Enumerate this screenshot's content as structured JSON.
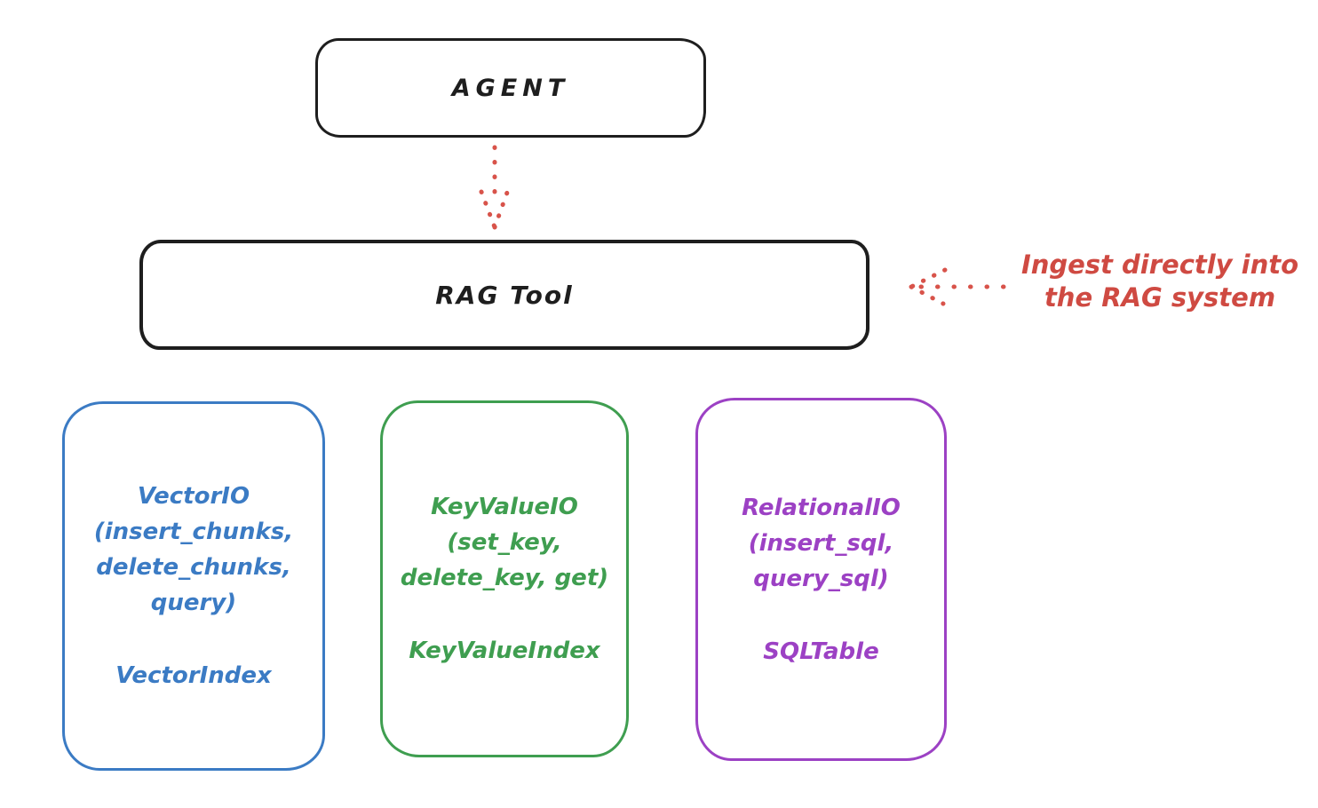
{
  "colors": {
    "ink": "#1e1e1e",
    "red": "#d8534a",
    "blue": "#3b7bc4",
    "green": "#3f9e50",
    "purple": "#9c41c4"
  },
  "agent": {
    "label": "AGENT"
  },
  "rag_tool": {
    "label": "RAG Tool"
  },
  "annotation": {
    "line1": "Ingest directly into",
    "line2": "the RAG system"
  },
  "backends": [
    {
      "name": "vector-io",
      "color": "#3b7bc4",
      "lines": [
        "VectorIO",
        "(insert_chunks,",
        "delete_chunks,",
        "query)"
      ],
      "index_label": "VectorIndex"
    },
    {
      "name": "keyvalue-io",
      "color": "#3f9e50",
      "lines": [
        "KeyValueIO",
        "(set_key,",
        "delete_key, get)"
      ],
      "index_label": "KeyValueIndex"
    },
    {
      "name": "relational-io",
      "color": "#9c41c4",
      "lines": [
        "RelationalIO",
        "(insert_sql,",
        "query_sql)"
      ],
      "index_label": "SQLTable"
    }
  ]
}
